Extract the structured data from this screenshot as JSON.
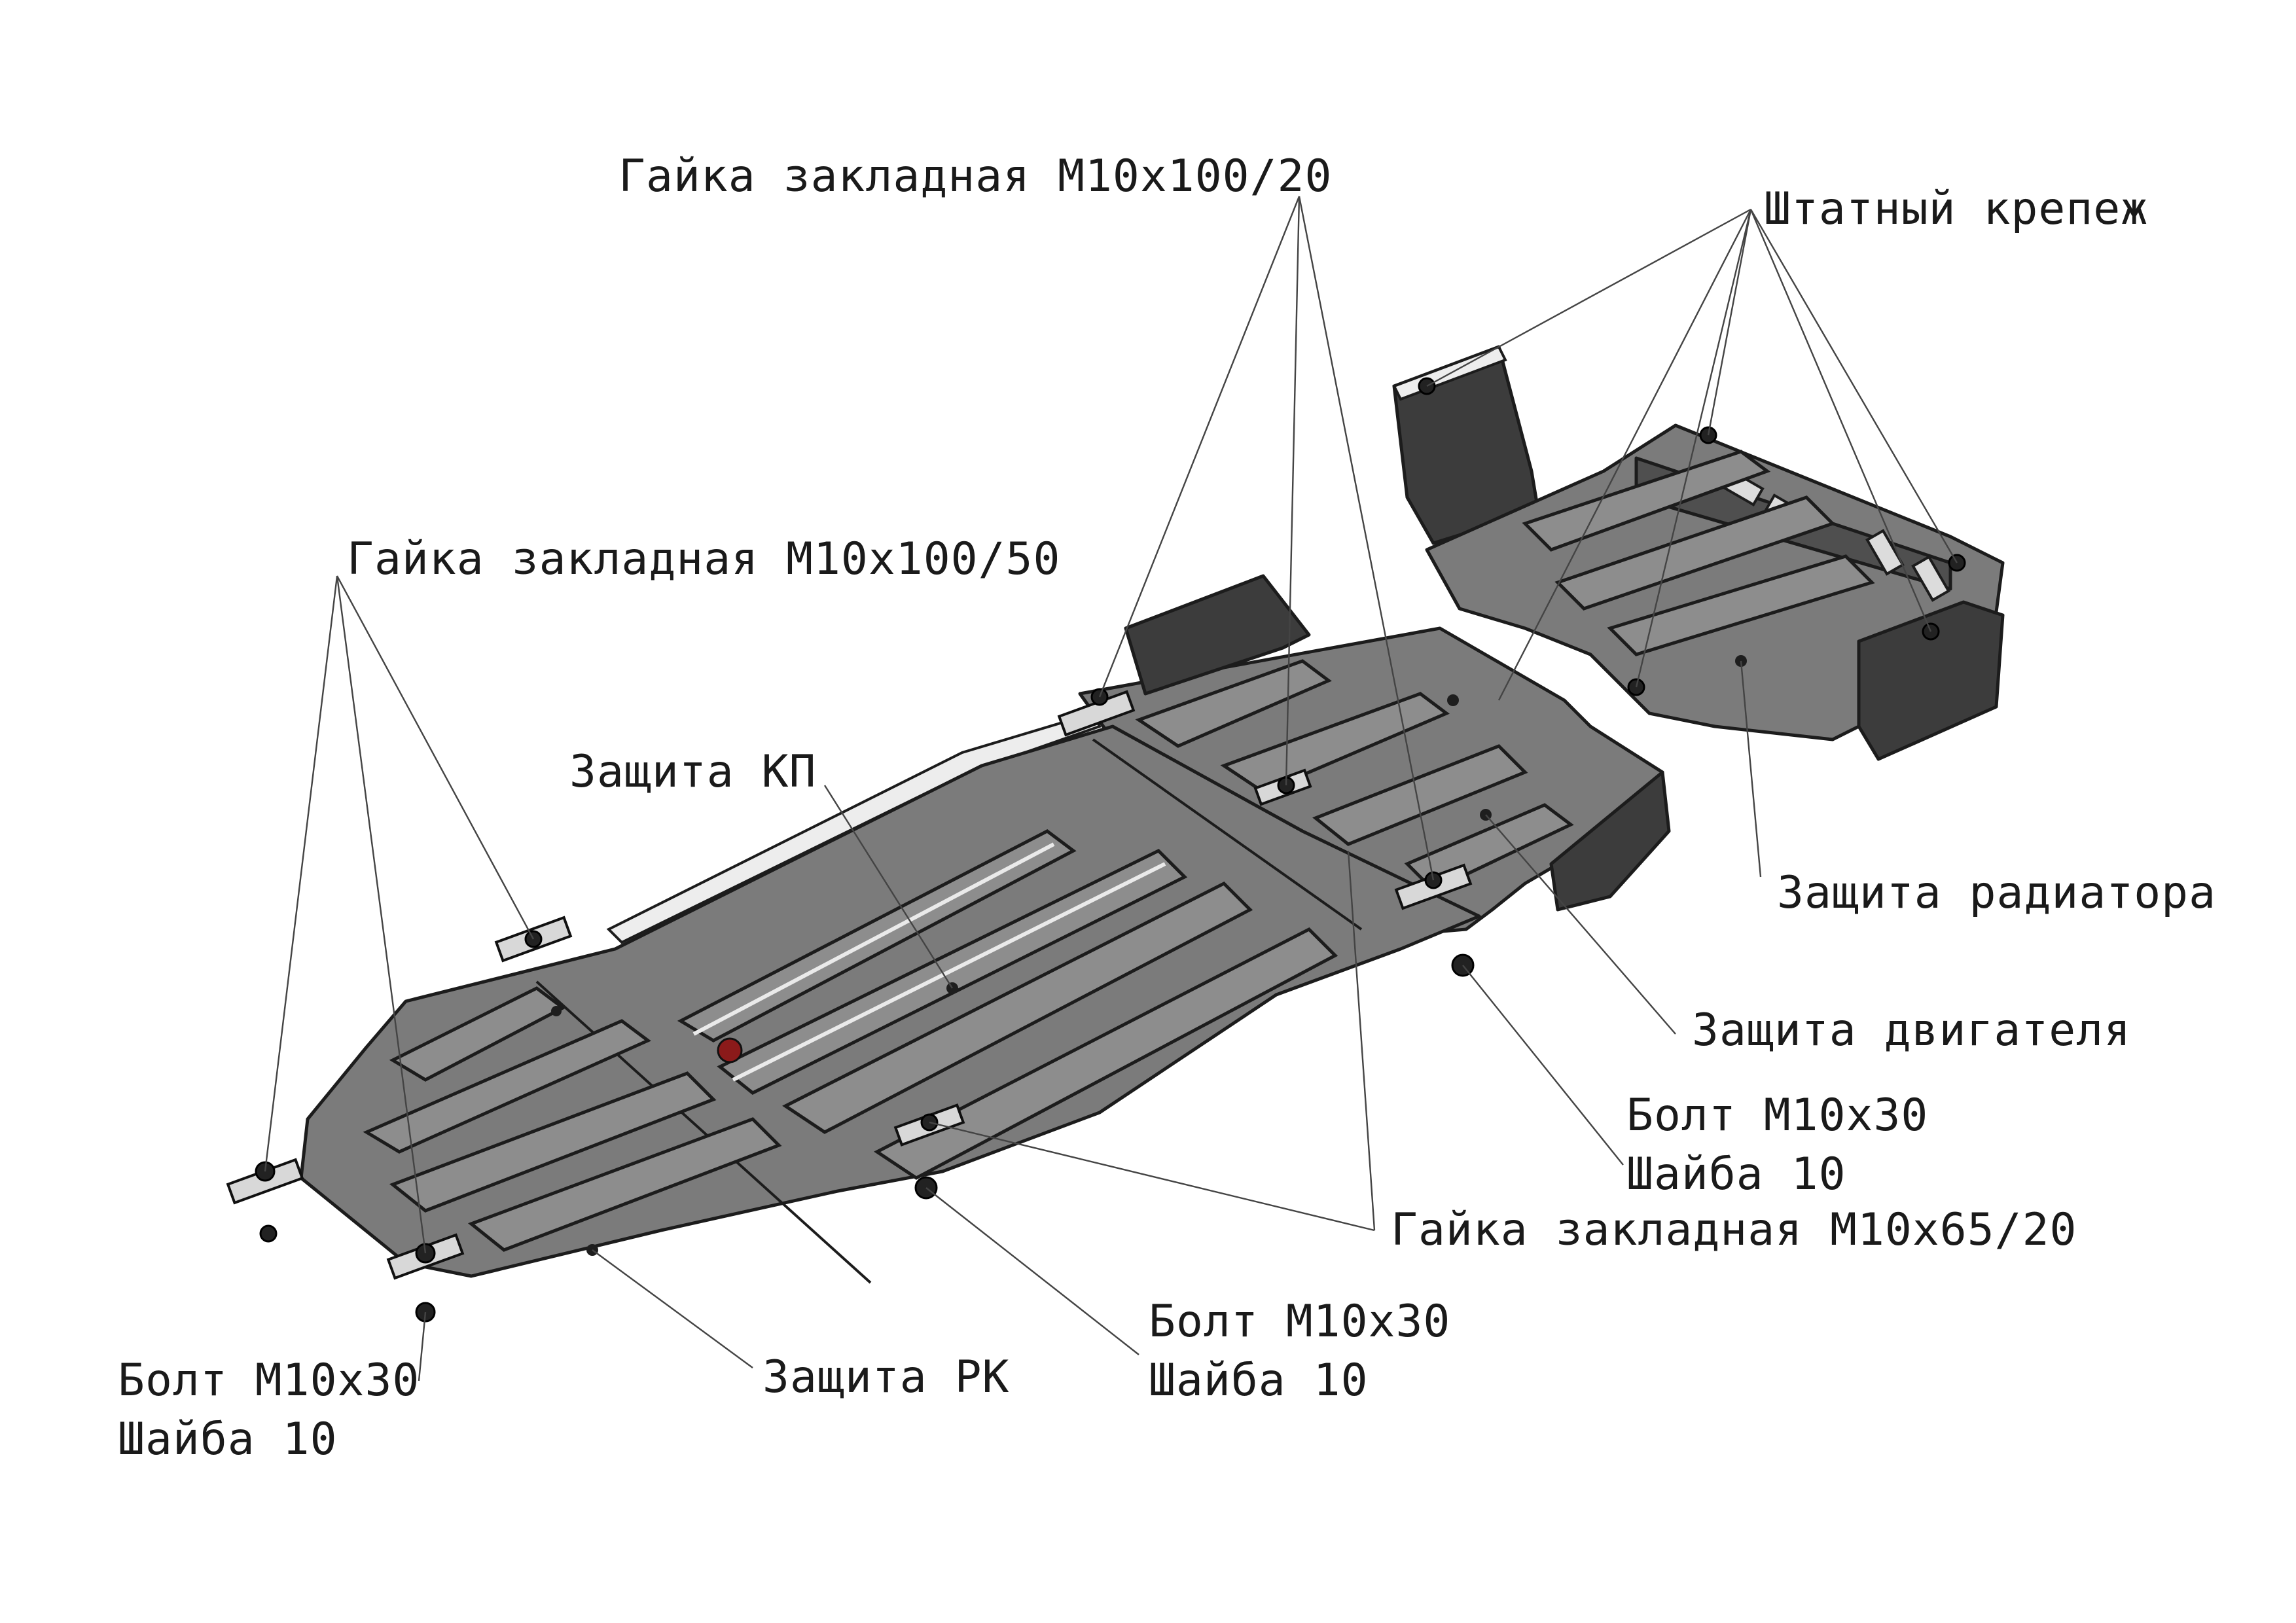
{
  "diagram": {
    "labels": {
      "nut_m10_100_20": "Гайка закладная М10х100/20",
      "standard_fastener": "Штатный крепеж",
      "nut_m10_100_50": "Гайка закладная М10х100/50",
      "gearbox_guard": "Защита КП",
      "radiator_guard": "Защита радиатора",
      "engine_guard": "Защита двигателя",
      "bolt_right_line1": "Болт М10х30",
      "bolt_right_line2": "Шайба 10",
      "nut_m10_65_20": "Гайка закладная М10х65/20",
      "bolt_middle_line1": "Болт М10х30",
      "bolt_middle_line2": "Шайба 10",
      "transfer_case_guard": "Защита РК",
      "bolt_left_line1": "Болт М10х30",
      "bolt_left_line2": "Шайба 10"
    },
    "colors": {
      "plate": "#7b7b7b",
      "flap": "#3c3c3c",
      "bracket": "#d8d8d8",
      "marker": "#8b1a1a"
    }
  }
}
